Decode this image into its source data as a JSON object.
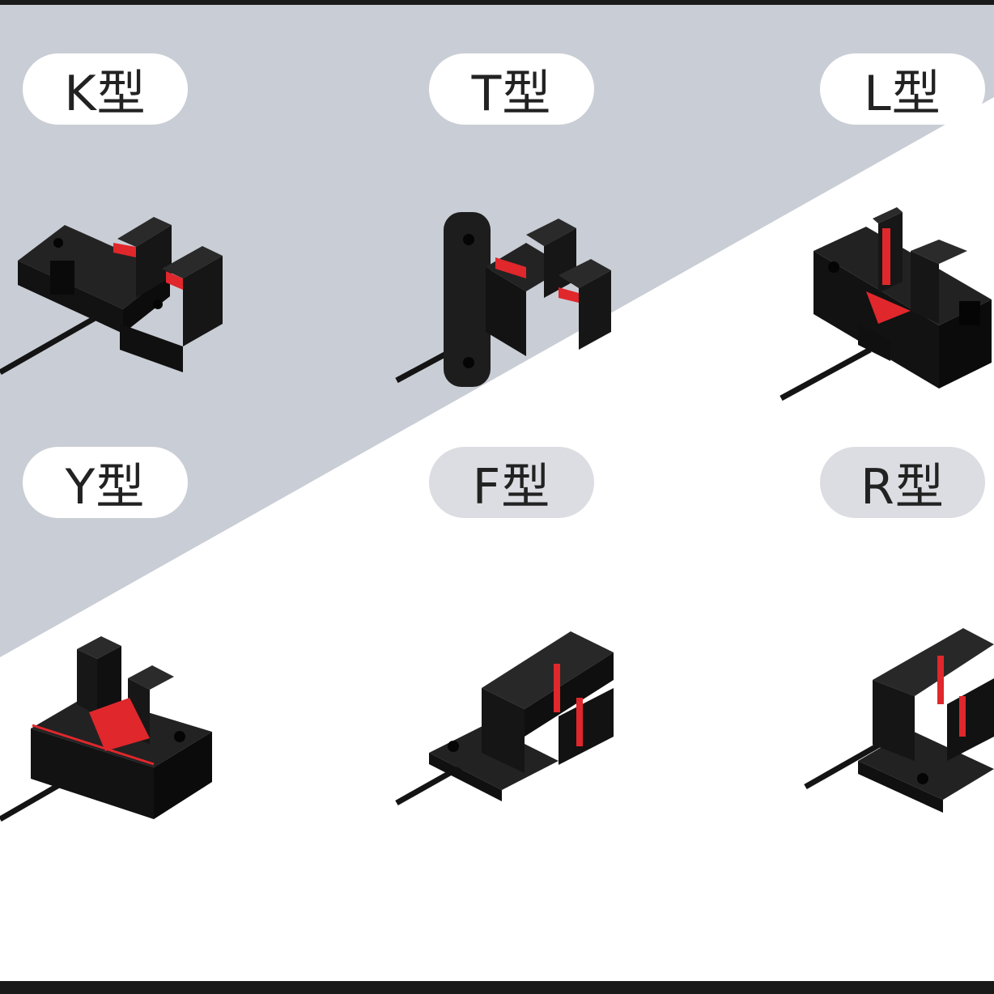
{
  "colors": {
    "background_grey": "#c9cdd5",
    "background_white": "#ffffff",
    "sensor_body": "#151515",
    "sensor_red": "#e0272c",
    "pill_light": "#ffffff",
    "pill_grey": "#dcdde2",
    "label_text": "#222222"
  },
  "sensors": [
    {
      "id": "k",
      "label": "K型",
      "pill": "light",
      "icon": "slot-sensor-k-icon"
    },
    {
      "id": "t",
      "label": "T型",
      "pill": "light",
      "icon": "slot-sensor-t-icon"
    },
    {
      "id": "l",
      "label": "L型",
      "pill": "light",
      "icon": "slot-sensor-l-icon"
    },
    {
      "id": "y",
      "label": "Y型",
      "pill": "light",
      "icon": "slot-sensor-y-icon"
    },
    {
      "id": "f",
      "label": "F型",
      "pill": "grey",
      "icon": "slot-sensor-f-icon"
    },
    {
      "id": "r",
      "label": "R型",
      "pill": "grey",
      "icon": "slot-sensor-r-icon"
    }
  ]
}
